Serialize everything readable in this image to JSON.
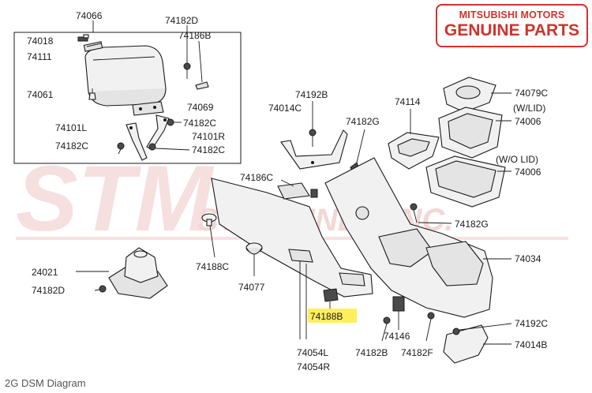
{
  "badge": {
    "line1": "MITSUBISHI MOTORS",
    "line2": "GENUINE PARTS",
    "color": "#d1322c"
  },
  "watermark": {
    "main": "STM",
    "sub": "STM TUNED INC.",
    "color": "#e7b0b0"
  },
  "caption": "2G DSM Diagram",
  "highlight_color": "#ffef5a",
  "labels": {
    "p74066": "74066",
    "p74182D_top": "74182D",
    "p74186B": "74186B",
    "p74018": "74018",
    "p74111": "74111",
    "p74061": "74061",
    "p74069": "74069",
    "p74182C_a": "74182C",
    "p74101L": "74101L",
    "p74101R": "74101R",
    "p74182C_b": "74182C",
    "p74182C_c": "74182C",
    "p74192B": "74192B",
    "p74014C": "74014C",
    "p74114": "74114",
    "p74182G_a": "74182G",
    "p74079C": "74079C",
    "p74006_wlid_note": "(W/LID)",
    "p74006_a": "74006",
    "p74006_wolid_note": "(W/O LID)",
    "p74006_b": "74006",
    "p74186C": "74186C",
    "p74182G_b": "74182G",
    "p24021": "24021",
    "p74182D_bot": "74182D",
    "p74188C": "74188C",
    "p74077": "74077",
    "p74034": "74034",
    "p74188B": "74188B",
    "p74192C": "74192C",
    "p74146": "74146",
    "p74014B": "74014B",
    "p74054L": "74054L",
    "p74054R": "74054R",
    "p74182B": "74182B",
    "p74182F": "74182F"
  }
}
